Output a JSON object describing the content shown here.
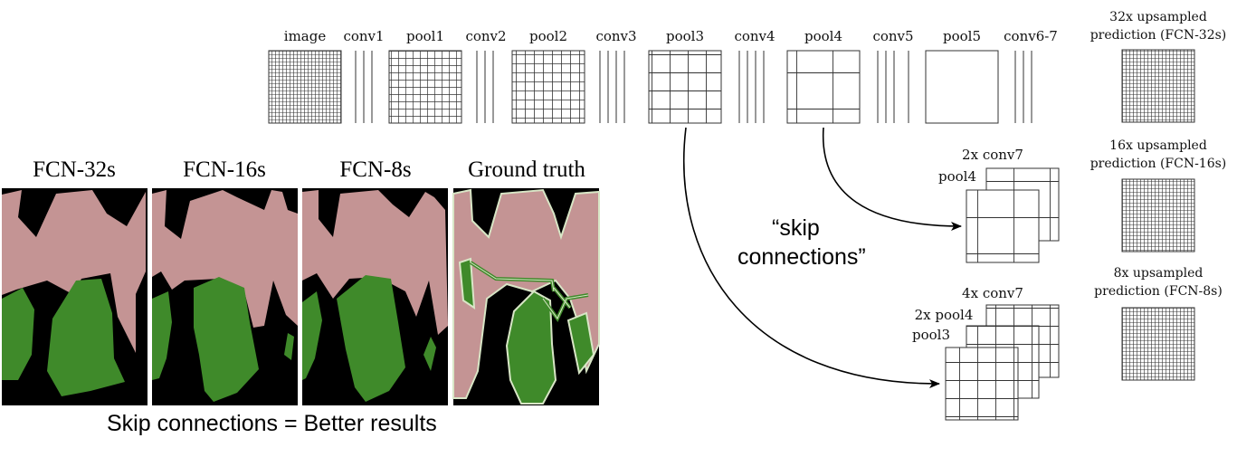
{
  "architecture": {
    "layers": [
      {
        "id": "image",
        "label": "image"
      },
      {
        "id": "conv1",
        "label": "conv1"
      },
      {
        "id": "pool1",
        "label": "pool1"
      },
      {
        "id": "conv2",
        "label": "conv2"
      },
      {
        "id": "pool2",
        "label": "pool2"
      },
      {
        "id": "conv3",
        "label": "conv3"
      },
      {
        "id": "pool3",
        "label": "pool3"
      },
      {
        "id": "conv4",
        "label": "conv4"
      },
      {
        "id": "pool4",
        "label": "pool4"
      },
      {
        "id": "conv5",
        "label": "conv5"
      },
      {
        "id": "pool5",
        "label": "pool5"
      },
      {
        "id": "conv6-7",
        "label": "conv6-7"
      }
    ],
    "outputs": [
      {
        "line1": "32x upsampled",
        "line2": "prediction (FCN-32s)"
      },
      {
        "line1": "16x upsampled",
        "line2": "prediction (FCN-16s)"
      },
      {
        "line1": "8x upsampled",
        "line2": "prediction (FCN-8s)"
      }
    ],
    "fcn16": {
      "title": "2x conv7",
      "pool_label": "pool4"
    },
    "fcn8": {
      "title": "4x conv7",
      "pool4_label": "2x pool4",
      "pool3_label": "pool3"
    },
    "skip_label_line1": "“skip",
    "skip_label_line2": "connections”"
  },
  "comparison": {
    "titles": [
      "FCN-32s",
      "FCN-16s",
      "FCN-8s",
      "Ground truth"
    ],
    "caption": "Skip connections = Better results"
  },
  "colors": {
    "person": "#c49494",
    "bicycle": "#3f8a2a",
    "background": "#000000",
    "gt_outline": "#d8e6c6"
  }
}
